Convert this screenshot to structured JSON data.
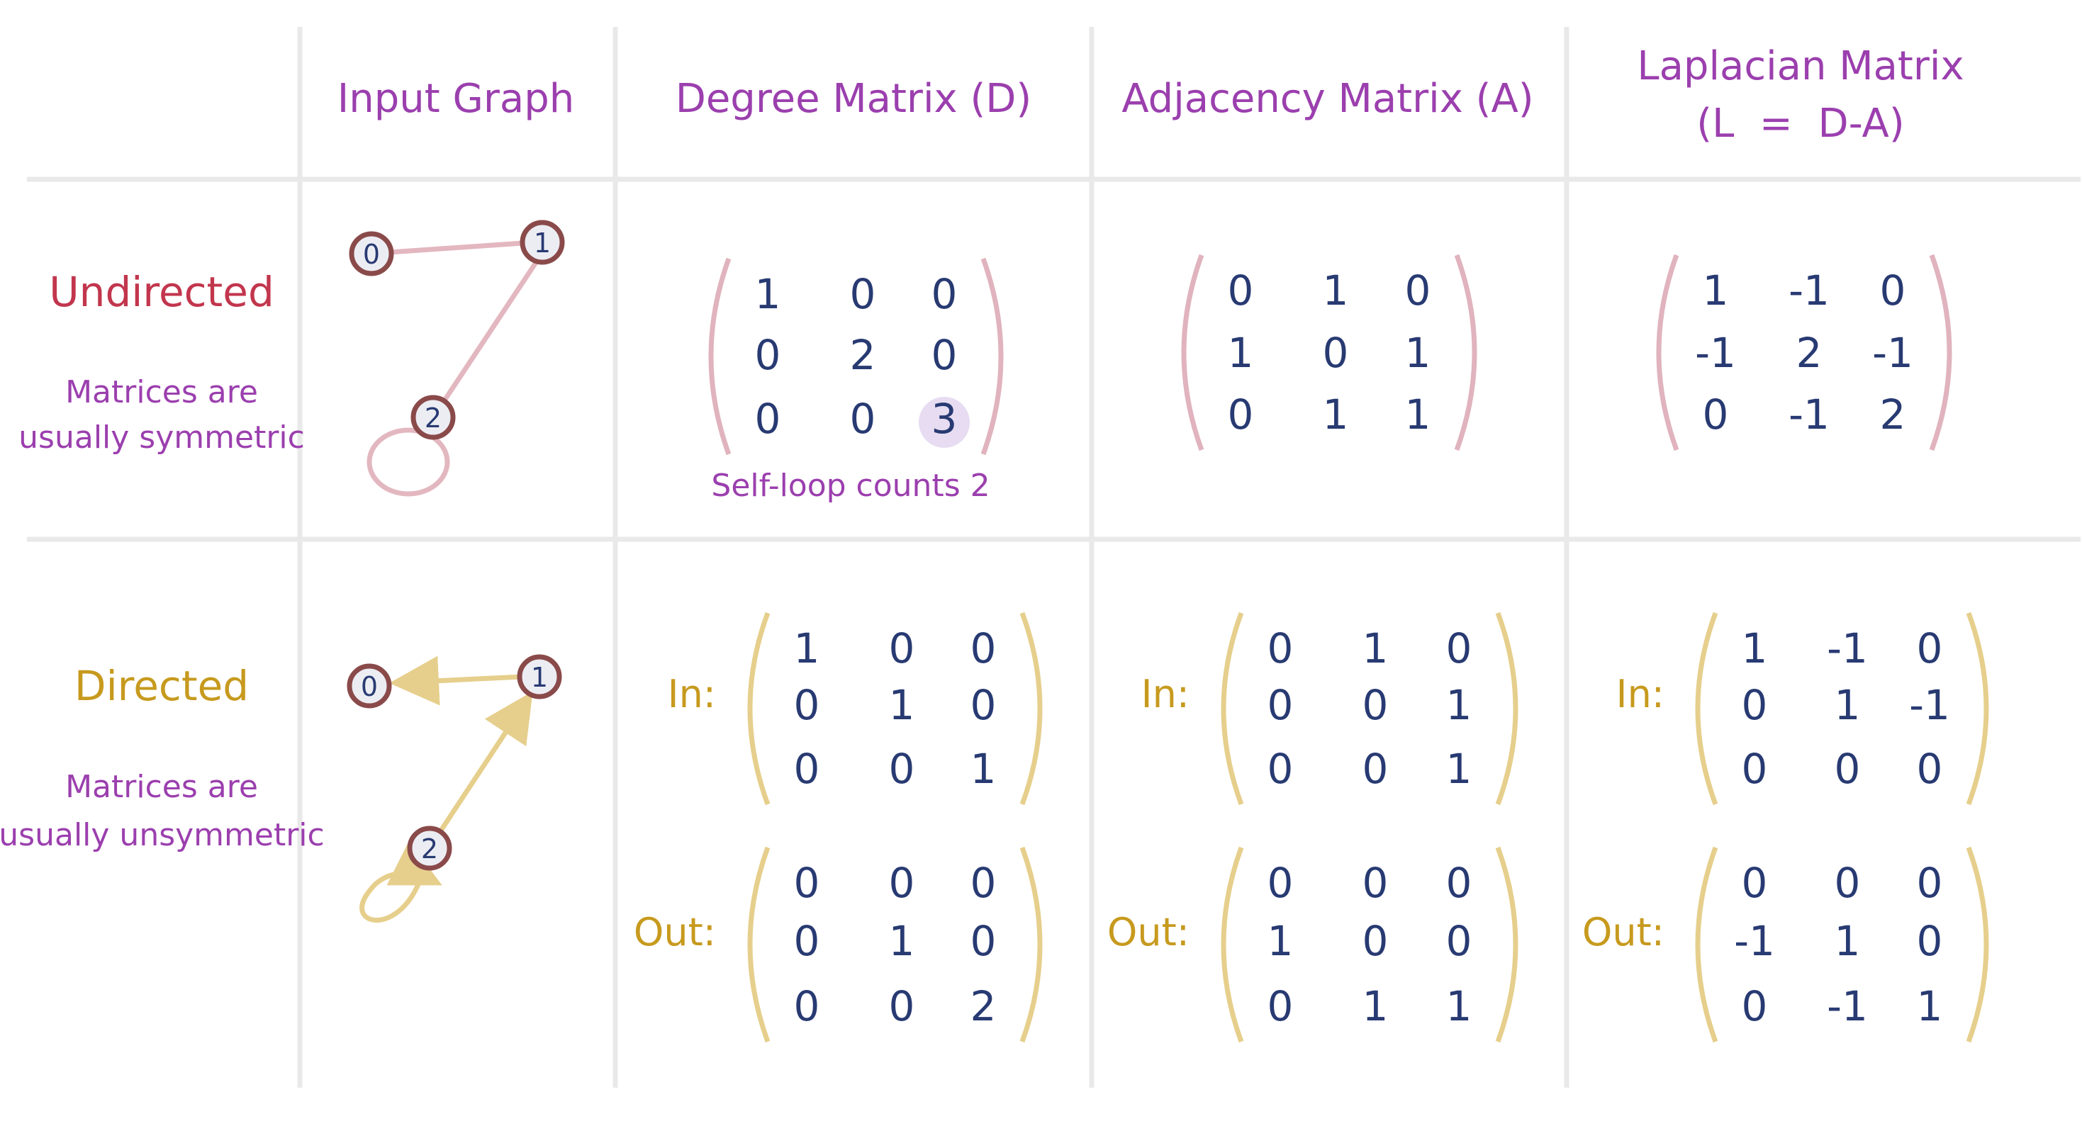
{
  "headers": {
    "input_graph": "Input Graph",
    "degree": "Degree Matrix (D)",
    "adjacency": "Adjacency Matrix (A)",
    "laplacian_line1": "Laplacian Matrix",
    "laplacian_line2": "(L  =  D-A)"
  },
  "rows": {
    "undirected": {
      "title": "Undirected",
      "note_line1": "Matrices are",
      "note_line2": "usually symmetric"
    },
    "directed": {
      "title": "Directed",
      "note_line1": "Matrices are",
      "note_line2": "usually unsymmetric"
    }
  },
  "graph": {
    "nodes": [
      "0",
      "1",
      "2"
    ]
  },
  "annotation": {
    "self_loop": "Self-loop counts 2"
  },
  "labels": {
    "in": "In:",
    "out": "Out:"
  },
  "colors": {
    "header": "#9b3fae",
    "undirected": "#c2364d",
    "directed": "#c79a1e",
    "numbers": "#283a72",
    "undirected_bracket": "#e0b3be",
    "directed_bracket": "#e6cf8c",
    "highlight": "#e7dcf1",
    "node_stroke": "#8a4a4a",
    "node_fill": "#ecedf3"
  },
  "matrices": {
    "undirected": {
      "degree": [
        [
          "1",
          "0",
          "0"
        ],
        [
          "0",
          "2",
          "0"
        ],
        [
          "0",
          "0",
          "3"
        ]
      ],
      "adjacency": [
        [
          "0",
          "1",
          "0"
        ],
        [
          "1",
          "0",
          "1"
        ],
        [
          "0",
          "1",
          "1"
        ]
      ],
      "laplacian": [
        [
          "1",
          "-1",
          "0"
        ],
        [
          "-1",
          "2",
          "-1"
        ],
        [
          "0",
          "-1",
          "2"
        ]
      ]
    },
    "directed_in": {
      "degree": [
        [
          "1",
          "0",
          "0"
        ],
        [
          "0",
          "1",
          "0"
        ],
        [
          "0",
          "0",
          "1"
        ]
      ],
      "adjacency": [
        [
          "0",
          "1",
          "0"
        ],
        [
          "0",
          "0",
          "1"
        ],
        [
          "0",
          "0",
          "1"
        ]
      ],
      "laplacian": [
        [
          "1",
          "-1",
          "0"
        ],
        [
          "0",
          "1",
          "-1"
        ],
        [
          "0",
          "0",
          "0"
        ]
      ]
    },
    "directed_out": {
      "degree": [
        [
          "0",
          "0",
          "0"
        ],
        [
          "0",
          "1",
          "0"
        ],
        [
          "0",
          "0",
          "2"
        ]
      ],
      "adjacency": [
        [
          "0",
          "0",
          "0"
        ],
        [
          "1",
          "0",
          "0"
        ],
        [
          "0",
          "1",
          "1"
        ]
      ],
      "laplacian": [
        [
          "0",
          "0",
          "0"
        ],
        [
          "-1",
          "1",
          "0"
        ],
        [
          "0",
          "-1",
          "1"
        ]
      ]
    }
  }
}
